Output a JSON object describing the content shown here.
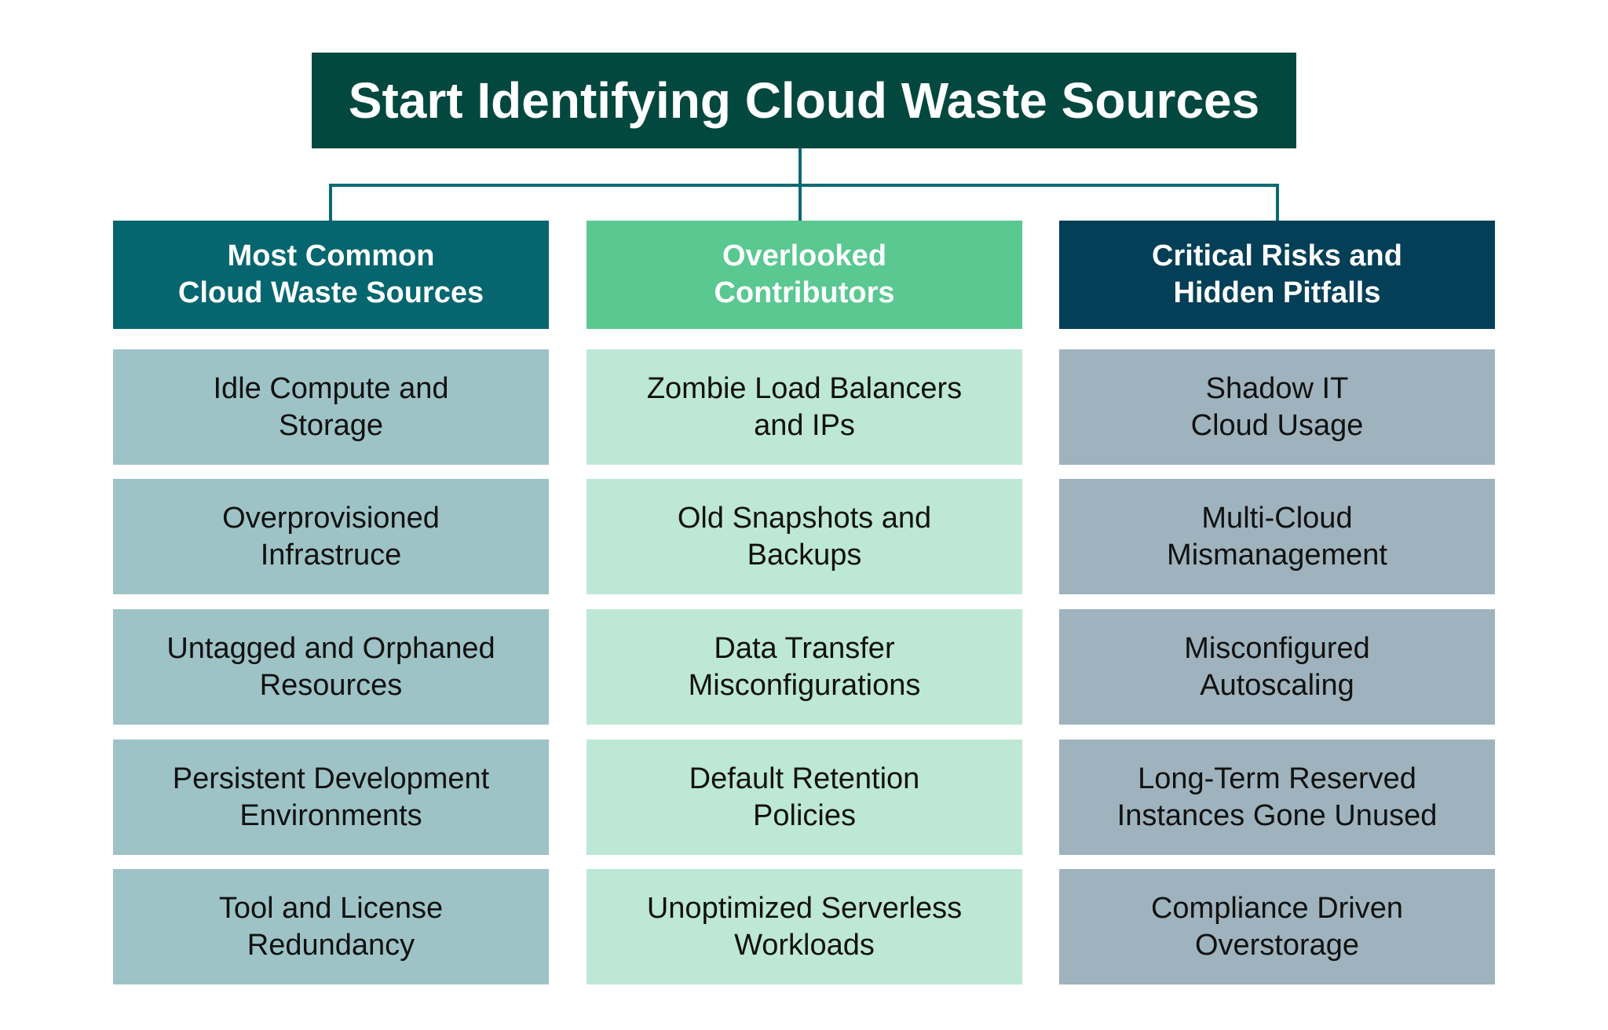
{
  "title": "Start Identifying Cloud Waste Sources",
  "colors": {
    "title_bg": "#03483f",
    "connector": "#0a6a72"
  },
  "columns": [
    {
      "header": "Most Common\nCloud Waste Sources",
      "header_bg": "#05666f",
      "item_bg": "#9dc3c6",
      "items": [
        "Idle Compute and\nStorage",
        "Overprovisioned\nInfrastruce",
        "Untagged and Orphaned\nResources",
        "Persistent Development\nEnvironments",
        "Tool and License\nRedundancy"
      ]
    },
    {
      "header": "Overlooked\nContributors",
      "header_bg": "#5ac891",
      "item_bg": "#bde8d5",
      "items": [
        "Zombie Load Balancers\nand IPs",
        "Old Snapshots and\nBackups",
        "Data Transfer\nMisconfigurations",
        "Default Retention\nPolicies",
        "Unoptimized Serverless\nWorkloads"
      ]
    },
    {
      "header": "Critical Risks and\nHidden Pitfalls",
      "header_bg": "#033f57",
      "item_bg": "#9eb3bd",
      "items": [
        "Shadow IT\nCloud Usage",
        "Multi-Cloud\nMismanagement",
        "Misconfigured\nAutoscaling",
        "Long-Term Reserved\nInstances Gone Unused",
        "Compliance Driven\nOverstorage"
      ]
    }
  ]
}
